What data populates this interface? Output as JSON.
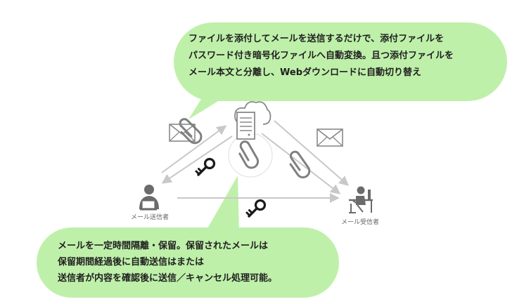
{
  "top_bubble": {
    "lines": [
      "ファイルを添付してメールを送信するだけで、添付ファイルを",
      "パスワード付き暗号化ファイルへ自動変換。且つ添付ファイルを",
      "メール本文と分離し、Webダウンロードに自動切り替え"
    ]
  },
  "bottom_bubble": {
    "lines": [
      "メールを一定時間隔離・保留。保留されたメールは",
      "保留期間経過後に自動送信はまたは",
      "送信者が内容を確認後に送信／キャンセル処理可能。"
    ]
  },
  "nodes": {
    "sender_label": "メール送信者",
    "receiver_label": "メール受信者"
  },
  "icons": {
    "server": "cloud-server-icon",
    "sender": "person-with-laptop-icon",
    "receiver": "person-at-desk-icon",
    "mail": "envelope-icon",
    "attachment": "paperclip-icon",
    "key": "key-icon"
  },
  "colors": {
    "bubble_fill": "#bff0aa",
    "icon_gray": "#777777",
    "arrow_gray": "#c8c8c8"
  }
}
